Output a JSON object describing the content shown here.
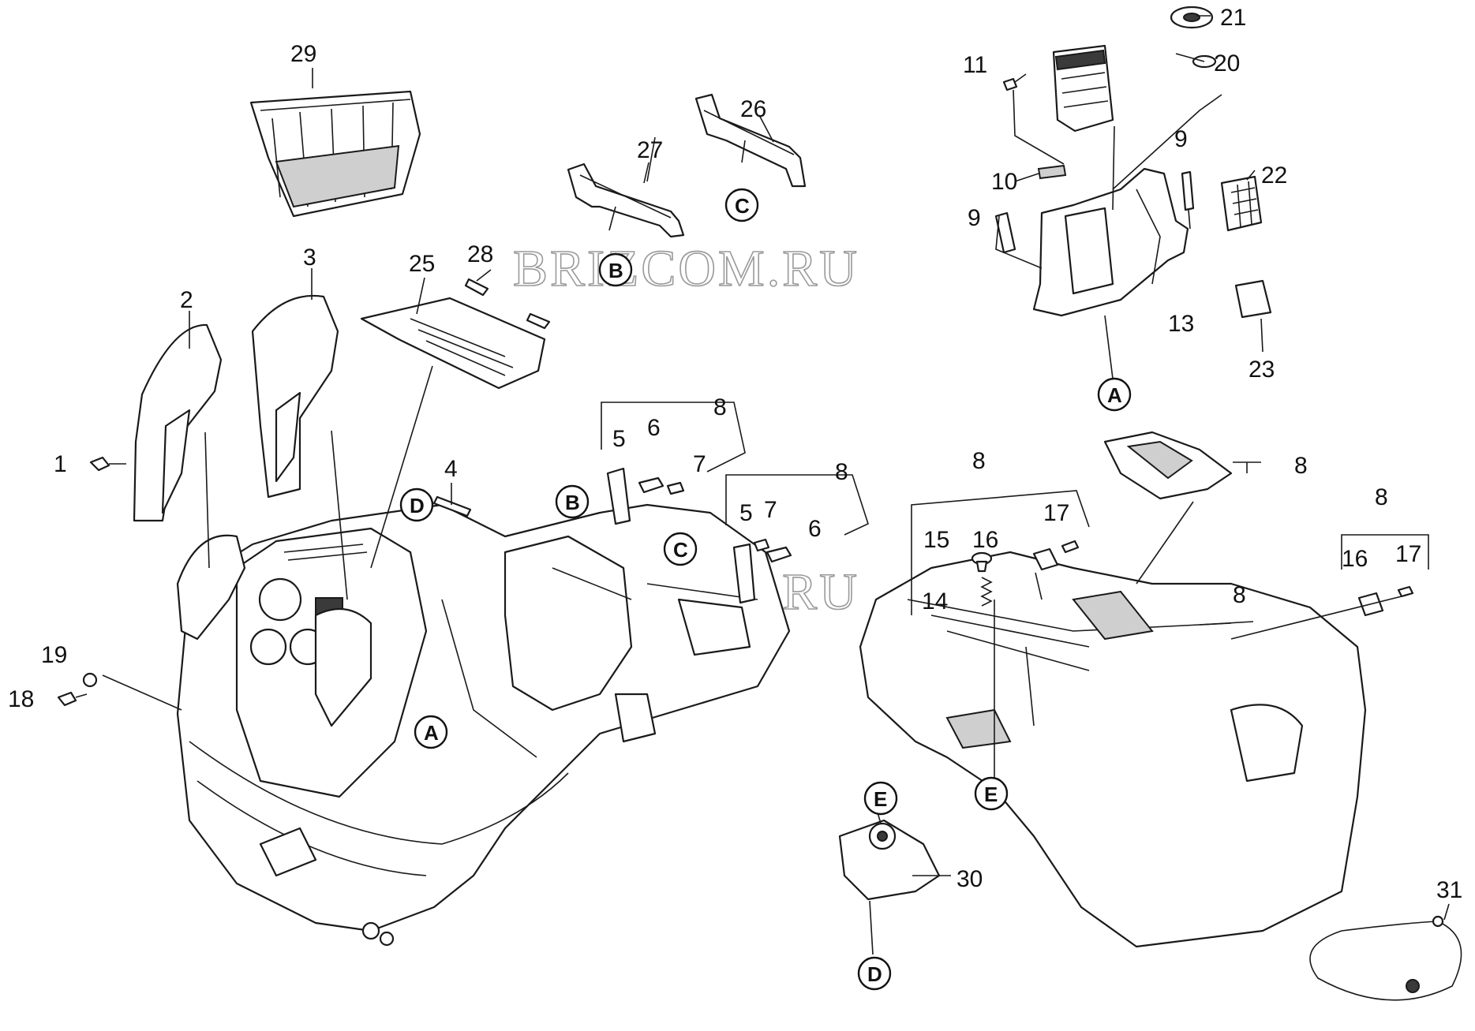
{
  "watermarks": [
    "BRIZCOM.RU",
    "BRIZCOM.RU"
  ],
  "callouts": [
    {
      "id": "n1",
      "text": "1"
    },
    {
      "id": "n2",
      "text": "2"
    },
    {
      "id": "n3",
      "text": "3"
    },
    {
      "id": "n4",
      "text": "4"
    },
    {
      "id": "n5a",
      "text": "5"
    },
    {
      "id": "n5b",
      "text": "5"
    },
    {
      "id": "n6a",
      "text": "6"
    },
    {
      "id": "n6b",
      "text": "6"
    },
    {
      "id": "n7a",
      "text": "7"
    },
    {
      "id": "n7b",
      "text": "7"
    },
    {
      "id": "n8a",
      "text": "8"
    },
    {
      "id": "n8b",
      "text": "8"
    },
    {
      "id": "n8c",
      "text": "8"
    },
    {
      "id": "n8d",
      "text": "8"
    },
    {
      "id": "n8e",
      "text": "8"
    },
    {
      "id": "n8f",
      "text": "8"
    },
    {
      "id": "n9a",
      "text": "9"
    },
    {
      "id": "n9b",
      "text": "9"
    },
    {
      "id": "n10",
      "text": "10"
    },
    {
      "id": "n11",
      "text": "11"
    },
    {
      "id": "n13",
      "text": "13"
    },
    {
      "id": "n14",
      "text": "14"
    },
    {
      "id": "n15",
      "text": "15"
    },
    {
      "id": "n16a",
      "text": "16"
    },
    {
      "id": "n16b",
      "text": "16"
    },
    {
      "id": "n17a",
      "text": "17"
    },
    {
      "id": "n17b",
      "text": "17"
    },
    {
      "id": "n18",
      "text": "18"
    },
    {
      "id": "n19",
      "text": "19"
    },
    {
      "id": "n20",
      "text": "20"
    },
    {
      "id": "n21",
      "text": "21"
    },
    {
      "id": "n22",
      "text": "22"
    },
    {
      "id": "n23",
      "text": "23"
    },
    {
      "id": "n25",
      "text": "25"
    },
    {
      "id": "n26",
      "text": "26"
    },
    {
      "id": "n27",
      "text": "27"
    },
    {
      "id": "n28",
      "text": "28"
    },
    {
      "id": "n29",
      "text": "29"
    },
    {
      "id": "n30",
      "text": "30"
    },
    {
      "id": "n31",
      "text": "31"
    }
  ],
  "connection_markers": [
    {
      "id": "markA1",
      "text": "A"
    },
    {
      "id": "markA2",
      "text": "A"
    },
    {
      "id": "markB1",
      "text": "B"
    },
    {
      "id": "markB2",
      "text": "B"
    },
    {
      "id": "markC1",
      "text": "C"
    },
    {
      "id": "markC2",
      "text": "C"
    },
    {
      "id": "markD1",
      "text": "D"
    },
    {
      "id": "markD2",
      "text": "D"
    },
    {
      "id": "markE1",
      "text": "E"
    },
    {
      "id": "markE2",
      "text": "E"
    }
  ]
}
